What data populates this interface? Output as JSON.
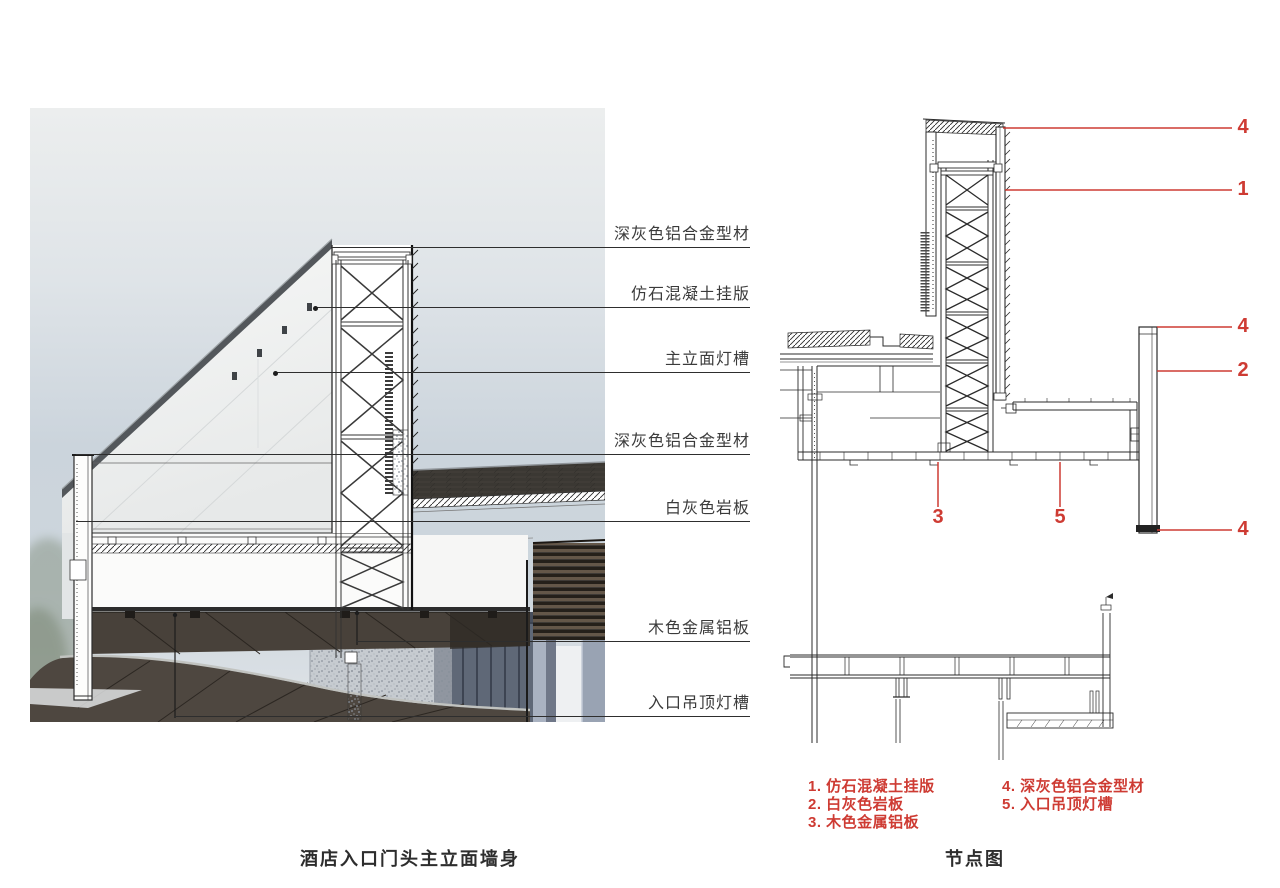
{
  "colors": {
    "annotation_red": "#ce3b33",
    "line_black": "#2b2b2b",
    "label_text": "#3b3b3b"
  },
  "left_figure": {
    "caption": "酒店入口门头主立面墙身",
    "labels": [
      "深灰色铝合金型材",
      "仿石混凝土挂版",
      "主立面灯槽",
      "深灰色铝合金型材",
      "白灰色岩板",
      "木色金属铝板",
      "入口吊顶灯槽"
    ]
  },
  "right_figure": {
    "caption": "节点图",
    "callouts": [
      "4",
      "1",
      "4",
      "2",
      "3",
      "5",
      "4"
    ],
    "legend_col1": [
      "1. 仿石混凝土挂版",
      "2. 白灰色岩板",
      "3. 木色金属铝板"
    ],
    "legend_col2": [
      "4. 深灰色铝合金型材",
      "5. 入口吊顶灯槽"
    ]
  }
}
